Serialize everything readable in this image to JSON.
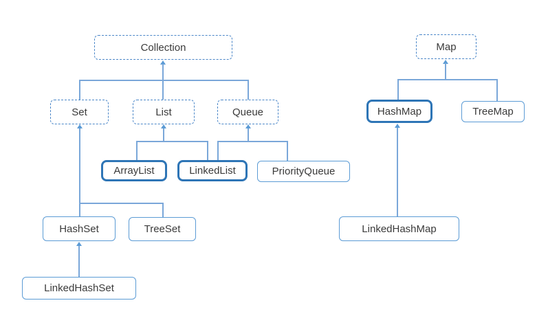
{
  "nodes": {
    "collection": {
      "label": "Collection",
      "style": "dashed"
    },
    "set": {
      "label": "Set",
      "style": "dashed"
    },
    "list": {
      "label": "List",
      "style": "dashed"
    },
    "queue": {
      "label": "Queue",
      "style": "dashed"
    },
    "arraylist": {
      "label": "ArrayList",
      "style": "thick"
    },
    "linkedlist": {
      "label": "LinkedList",
      "style": "thick"
    },
    "priorityqueue": {
      "label": "PriorityQueue",
      "style": "thin"
    },
    "hashset": {
      "label": "HashSet",
      "style": "thin"
    },
    "treeset": {
      "label": "TreeSet",
      "style": "thin"
    },
    "linkedhashset": {
      "label": "LinkedHashSet",
      "style": "thin"
    },
    "map": {
      "label": "Map",
      "style": "dashed"
    },
    "hashmap": {
      "label": "HashMap",
      "style": "thick"
    },
    "treemap": {
      "label": "TreeMap",
      "style": "thin"
    },
    "linkedhashmap": {
      "label": "LinkedHashMap",
      "style": "thin"
    }
  },
  "edges": [
    {
      "from": "Set",
      "to": "Collection"
    },
    {
      "from": "List",
      "to": "Collection"
    },
    {
      "from": "Queue",
      "to": "Collection"
    },
    {
      "from": "ArrayList",
      "to": "List"
    },
    {
      "from": "LinkedList",
      "to": "List"
    },
    {
      "from": "LinkedList",
      "to": "Queue"
    },
    {
      "from": "PriorityQueue",
      "to": "Queue"
    },
    {
      "from": "HashSet",
      "to": "Set"
    },
    {
      "from": "TreeSet",
      "to": "Set"
    },
    {
      "from": "LinkedHashSet",
      "to": "HashSet"
    },
    {
      "from": "HashMap",
      "to": "Map"
    },
    {
      "from": "TreeMap",
      "to": "Map"
    },
    {
      "from": "LinkedHashMap",
      "to": "HashMap"
    }
  ],
  "colors": {
    "connector": "#7aa7d9",
    "arrow": "#5b9bd5",
    "border_dashed": "#4a86c8",
    "border_thin": "#5b9bd5",
    "border_thick": "#2e75b6",
    "text": "#3a3a3a",
    "bg": "#ffffff"
  }
}
